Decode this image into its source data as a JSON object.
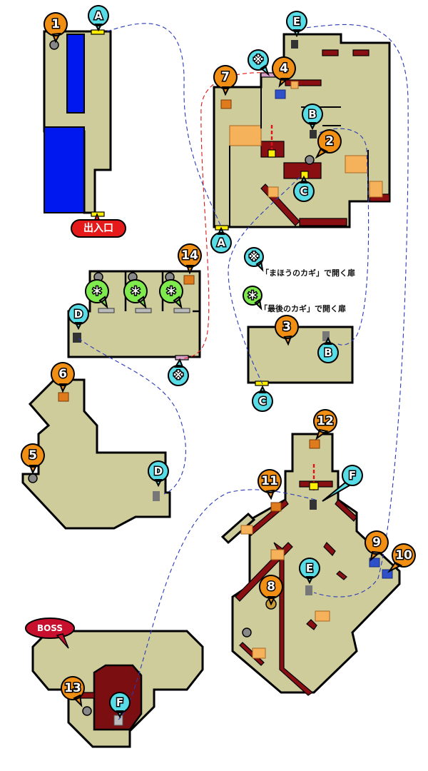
{
  "labels": {
    "exit": "出入口",
    "boss": "BOSS",
    "legend_magic_symbol": "※",
    "legend_magic_text": "「まほうのカギ」で開く扉",
    "legend_last_symbol": "＊",
    "legend_last_text": "「最後のカギ」で開く扉"
  },
  "markers": {
    "n1": "1",
    "n2": "2",
    "n3": "3",
    "n4": "4",
    "n5": "5",
    "n6": "6",
    "n7": "7",
    "n8": "8",
    "n9": "9",
    "n10": "10",
    "n11": "11",
    "n12": "12",
    "n13": "13",
    "n14": "14",
    "A": "A",
    "B": "B",
    "C": "C",
    "D": "D",
    "E": "E",
    "F": "F",
    "magic": "※",
    "last": "＊"
  },
  "colors": {
    "floor": "#cfcc9c",
    "water": "#0018f0",
    "wall": "#8a0f12",
    "treasure_pin": "#f08f14",
    "stairs_pin": "#58dde6",
    "door_pin": "#7fea4d",
    "exit_badge": "#e51a1a",
    "boss_badge": "#c8102e"
  }
}
